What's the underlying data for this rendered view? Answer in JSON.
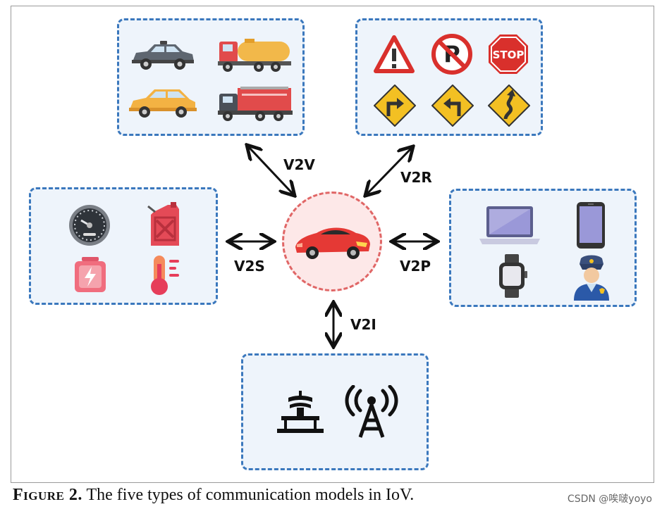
{
  "links": {
    "v2v": "V2V",
    "v2r": "V2R",
    "v2s": "V2S",
    "v2p": "V2P",
    "v2i": "V2I"
  },
  "caption": {
    "figure_label": "Figure 2.",
    "text": " The five types of communication models in IoV."
  },
  "watermark": "CSDN @唉啵yoyo",
  "icons": {
    "center": "sports-car-icon",
    "vehicles": [
      "police-car-icon",
      "tanker-truck-icon",
      "hatchback-car-icon",
      "fire-truck-icon"
    ],
    "road": [
      "warning-sign-icon",
      "no-parking-sign-icon",
      "stop-sign-icon",
      "turn-right-sign-icon",
      "turn-left-sign-icon",
      "winding-road-sign-icon"
    ],
    "sensors": [
      "speedometer-icon",
      "fuel-can-icon",
      "battery-icon",
      "thermometer-icon"
    ],
    "pedestrian": [
      "laptop-icon",
      "smartphone-icon",
      "smartwatch-icon",
      "police-officer-icon"
    ],
    "infrastructure": [
      "roadside-unit-icon",
      "antenna-tower-icon"
    ]
  },
  "sign_text": {
    "stop": "STOP"
  },
  "colors": {
    "group_border": "#3b78bd",
    "group_fill": "#eef4fb",
    "center_border": "#e06666",
    "center_fill": "#fde8e8"
  }
}
